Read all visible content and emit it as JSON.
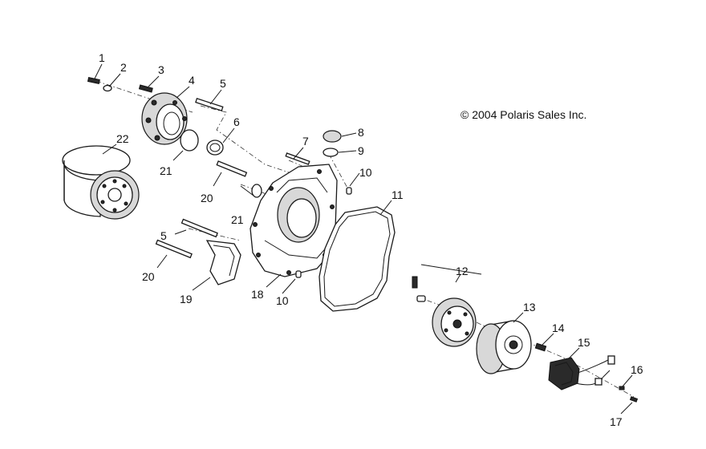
{
  "copyright": "© 2004 Polaris Sales Inc.",
  "callouts": [
    {
      "id": "c1",
      "label": "1"
    },
    {
      "id": "c2",
      "label": "2"
    },
    {
      "id": "c3",
      "label": "3"
    },
    {
      "id": "c4",
      "label": "4"
    },
    {
      "id": "c5a",
      "label": "5"
    },
    {
      "id": "c6",
      "label": "6"
    },
    {
      "id": "c7",
      "label": "7"
    },
    {
      "id": "c8",
      "label": "8"
    },
    {
      "id": "c9",
      "label": "9"
    },
    {
      "id": "c10a",
      "label": "10"
    },
    {
      "id": "c11",
      "label": "11"
    },
    {
      "id": "c12",
      "label": "12"
    },
    {
      "id": "c13",
      "label": "13"
    },
    {
      "id": "c14",
      "label": "14"
    },
    {
      "id": "c15",
      "label": "15"
    },
    {
      "id": "c16",
      "label": "16"
    },
    {
      "id": "c17",
      "label": "17"
    },
    {
      "id": "c18",
      "label": "18"
    },
    {
      "id": "c19",
      "label": "19"
    },
    {
      "id": "c20a",
      "label": "20"
    },
    {
      "id": "c20b",
      "label": "20"
    },
    {
      "id": "c21a",
      "label": "21"
    },
    {
      "id": "c21b",
      "label": "21"
    },
    {
      "id": "c22",
      "label": "22"
    },
    {
      "id": "c5b",
      "label": "5"
    },
    {
      "id": "c10b",
      "label": "10"
    }
  ]
}
